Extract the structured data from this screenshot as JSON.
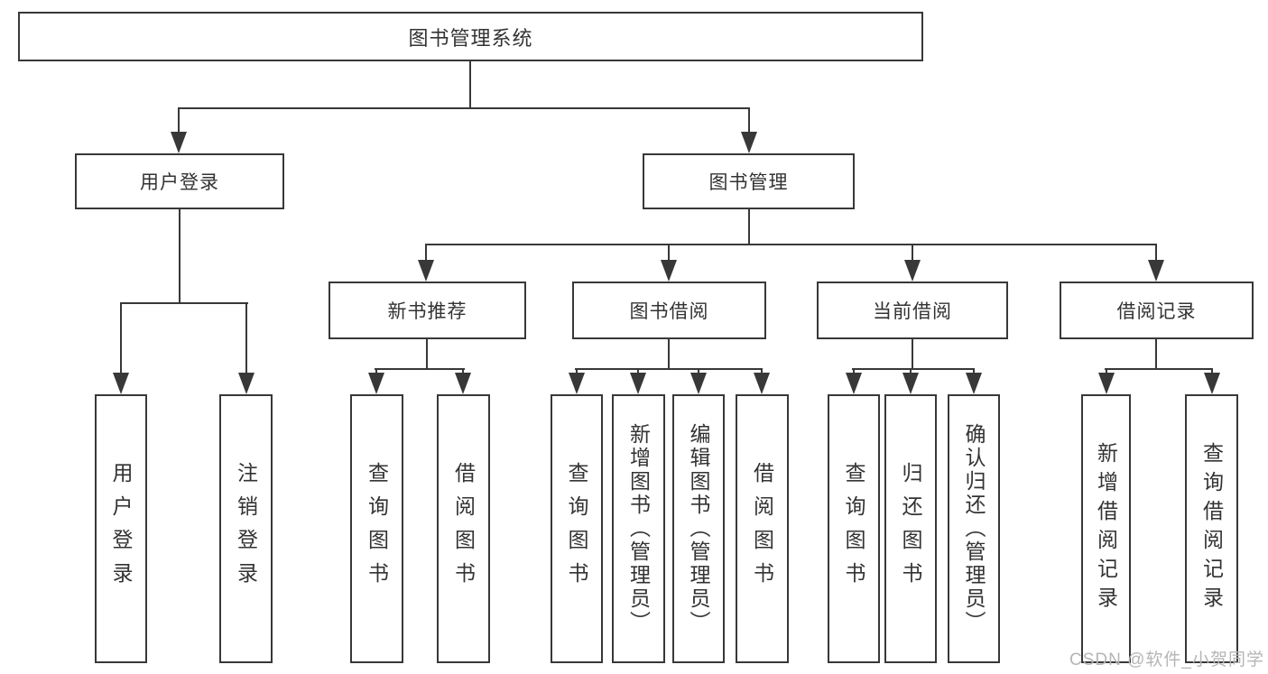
{
  "tree": {
    "root": {
      "label": "图书管理系统"
    },
    "branches": [
      {
        "label": "用户登录",
        "children": [
          {
            "label": "用户登录"
          },
          {
            "label": "注销登录"
          }
        ]
      },
      {
        "label": "图书管理",
        "children": [
          {
            "label": "新书推荐",
            "children": [
              {
                "label": "查询图书"
              },
              {
                "label": "借阅图书"
              }
            ]
          },
          {
            "label": "图书借阅",
            "children": [
              {
                "label": "查询图书"
              },
              {
                "label": "新增图书（管理员）"
              },
              {
                "label": "编辑图书（管理员）"
              },
              {
                "label": "借阅图书"
              }
            ]
          },
          {
            "label": "当前借阅",
            "children": [
              {
                "label": "查询图书"
              },
              {
                "label": "归还图书"
              },
              {
                "label": "确认归还（管理员）"
              }
            ]
          },
          {
            "label": "借阅记录",
            "children": [
              {
                "label": "新增借阅记录"
              },
              {
                "label": "查询借阅记录"
              }
            ]
          }
        ]
      }
    ]
  },
  "watermark": {
    "label": "CSDN @软件_小贺同学"
  },
  "colors": {
    "line": "#383838",
    "text": "#333333",
    "watermark": "#b5b5b5",
    "background": "#ffffff"
  }
}
